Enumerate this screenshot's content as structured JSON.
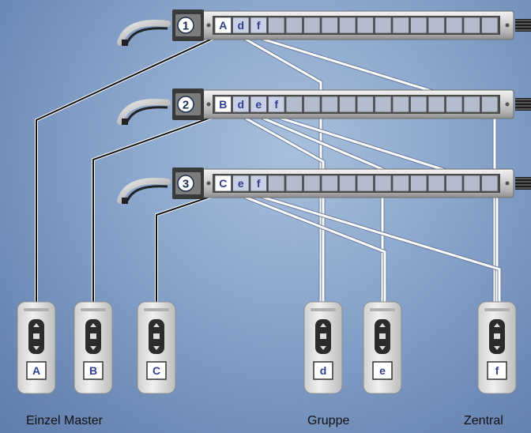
{
  "rails": [
    {
      "number": "1",
      "slots": [
        "A",
        "d",
        "f"
      ]
    },
    {
      "number": "2",
      "slots": [
        "B",
        "d",
        "e",
        "f"
      ]
    },
    {
      "number": "3",
      "slots": [
        "C",
        "e",
        "f"
      ]
    }
  ],
  "remotes": [
    "A",
    "B",
    "C",
    "d",
    "e",
    "f"
  ],
  "labels": {
    "einzel_master": "Einzel Master",
    "gruppe": "Gruppe",
    "zentral": "Zentral"
  },
  "colors": {
    "background": "#8aa6cc",
    "rail": "#c8c8c8",
    "slot_text": "#2e3f8f",
    "wire_active": "#111111",
    "wire_passive": "#ffffff"
  }
}
